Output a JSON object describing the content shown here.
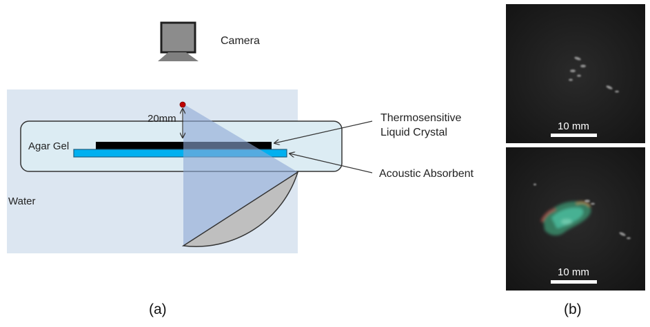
{
  "panel_a": {
    "camera_label": "Camera",
    "distance_label": "20mm",
    "agar_label": "Agar Gel",
    "water_label": "Water",
    "liquid_crystal_label_line1": "Thermosensitive",
    "liquid_crystal_label_line2": "Liquid Crystal",
    "absorbent_label": "Acoustic Absorbent",
    "caption": "(a)"
  },
  "panel_b": {
    "top_scale_label": "10 mm",
    "bottom_scale_label": "10 mm",
    "caption": "(b)"
  },
  "colors": {
    "water": "#dce6f1",
    "agar": "#dcecf3",
    "liquid_crystal": "#000000",
    "absorbent": "#00b0f0",
    "beam": "#a6b9da",
    "transducer": "#bfbfbf",
    "focus_point": "#c00000"
  }
}
